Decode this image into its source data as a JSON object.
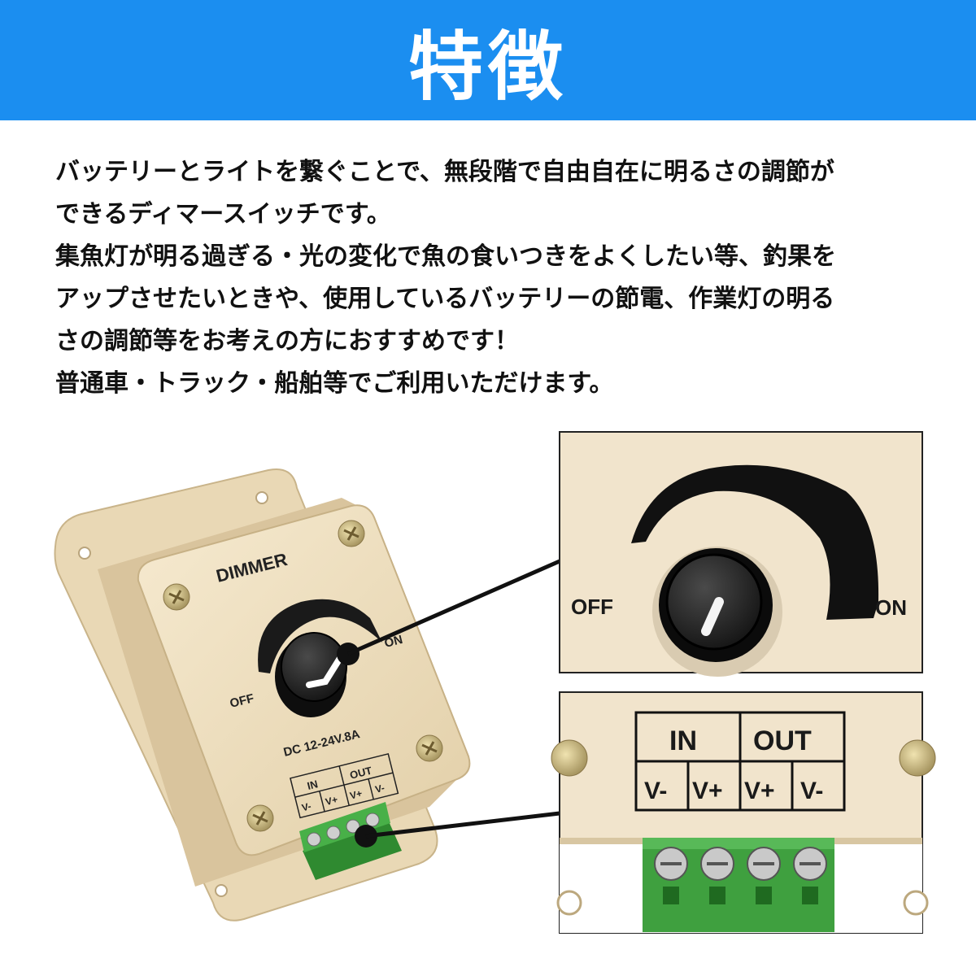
{
  "header": {
    "title": "特徴"
  },
  "description": {
    "lines": [
      "バッテリーとライトを繋ぐことで、無段階で自由自在に明るさの調節が",
      "できるディマースイッチです。",
      "集魚灯が明る過ぎる・光の変化で魚の食いつきをよくしたい等、釣果を",
      "アップさせたいときや、使用しているバッテリーの節電、作業灯の明る",
      "さの調節等をお考えの方におすすめです！",
      "普通車・トラック・船舶等でご利用いただけます。"
    ]
  },
  "device": {
    "label_dimmer": "DIMMER",
    "label_off": "OFF",
    "label_on": "ON",
    "label_spec": "DC 12-24V.8A",
    "terminal_in": "IN",
    "terminal_out": "OUT",
    "terminals": [
      "V-",
      "V+",
      "V+",
      "V-"
    ]
  },
  "zoom_knob": {
    "label_off": "OFF",
    "label_on": "ON"
  },
  "zoom_terminal": {
    "label_in": "IN",
    "label_out": "OUT",
    "terminals": [
      "V-",
      "V+",
      "V+",
      "V-"
    ]
  },
  "colors": {
    "header_bg": "#1b8ef0",
    "housing": "#f0e2c6",
    "terminal_block": "#3fa03f",
    "knob": "#1c1c1c"
  }
}
